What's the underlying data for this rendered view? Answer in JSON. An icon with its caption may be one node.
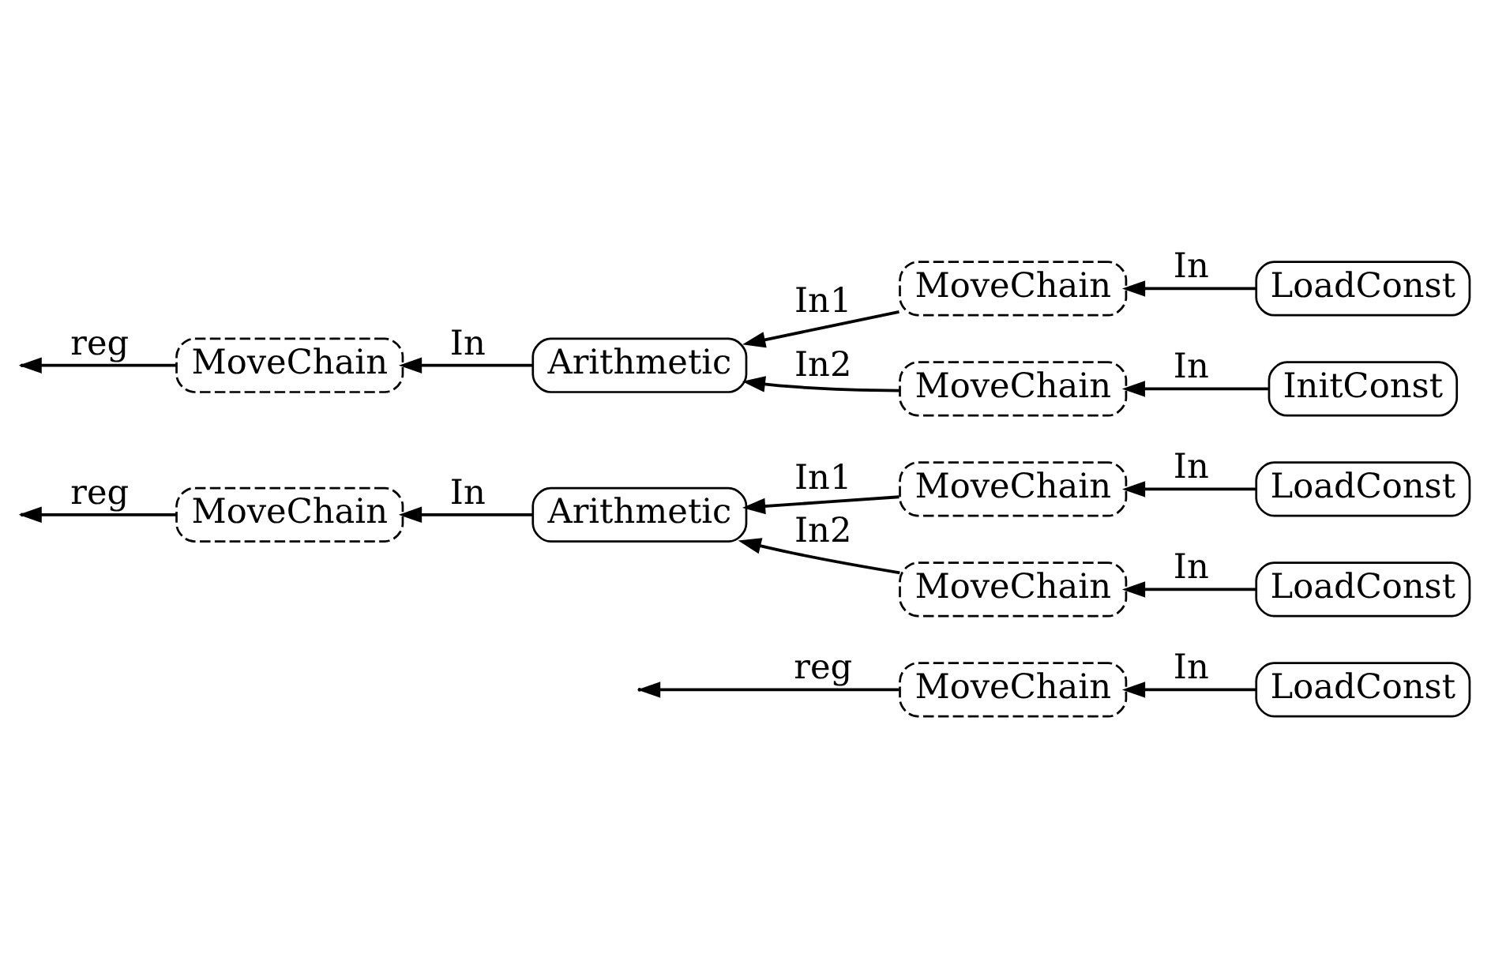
{
  "diagram": {
    "nodes": [
      {
        "text": [
          "MoveChain"
        ]
      },
      {
        "text": [
          "LoadConst"
        ]
      },
      {
        "text": [
          "MoveChain"
        ]
      },
      {
        "text": [
          "Arithmetic"
        ]
      },
      {
        "text": [
          "MoveChain"
        ]
      },
      {
        "text": [
          "LoadConst"
        ]
      },
      {
        "text": [
          "MoveChain"
        ]
      },
      {
        "text": [
          "LoadConst"
        ]
      },
      {
        "text": [
          "MoveChain"
        ]
      },
      {
        "text": [
          "Arithmetic"
        ]
      },
      {
        "text": [
          "MoveChain"
        ]
      },
      {
        "text": [
          "LoadConst"
        ]
      },
      {
        "text": [
          "MoveChain"
        ]
      },
      {
        "text": [
          "InitConst"
        ]
      }
    ],
    "edges": [
      {
        "from": 1,
        "to": 0,
        "arrow": "to",
        "label": "In"
      },
      {
        "from": 0,
        "to": null,
        "arrow": "to",
        "label": "reg"
      },
      {
        "from": 5,
        "to": 4,
        "arrow": "to",
        "label": "In"
      },
      {
        "from": 4,
        "to": 3,
        "arrow": "to",
        "label": "In1"
      },
      {
        "from": 7,
        "to": 6,
        "arrow": "to",
        "label": "In"
      },
      {
        "from": 6,
        "to": 3,
        "arrow": "to",
        "label": "In2"
      },
      {
        "from": 3,
        "to": 2,
        "arrow": "to",
        "label": "In"
      },
      {
        "from": 2,
        "to": null,
        "arrow": "to",
        "label": "reg"
      },
      {
        "from": 11,
        "to": 10,
        "arrow": "to",
        "label": "In"
      },
      {
        "from": 10,
        "to": 9,
        "arrow": "to",
        "label": "In1"
      },
      {
        "from": 13,
        "to": 12,
        "arrow": "to",
        "label": "In"
      },
      {
        "from": 12,
        "to": 9,
        "arrow": "to",
        "label": "In2"
      },
      {
        "from": 9,
        "to": 8,
        "arrow": "to",
        "label": "In"
      },
      {
        "from": 8,
        "to": null,
        "arrow": "to",
        "label": "reg"
      }
    ]
  }
}
